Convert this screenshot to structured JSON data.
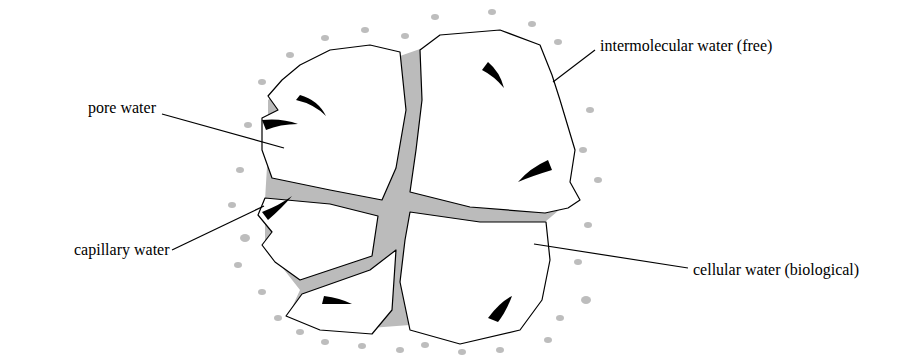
{
  "diagram": {
    "labels": [
      "intermolecular water (free)",
      "pore water",
      "capillary water",
      "cellular water (biological)"
    ]
  }
}
